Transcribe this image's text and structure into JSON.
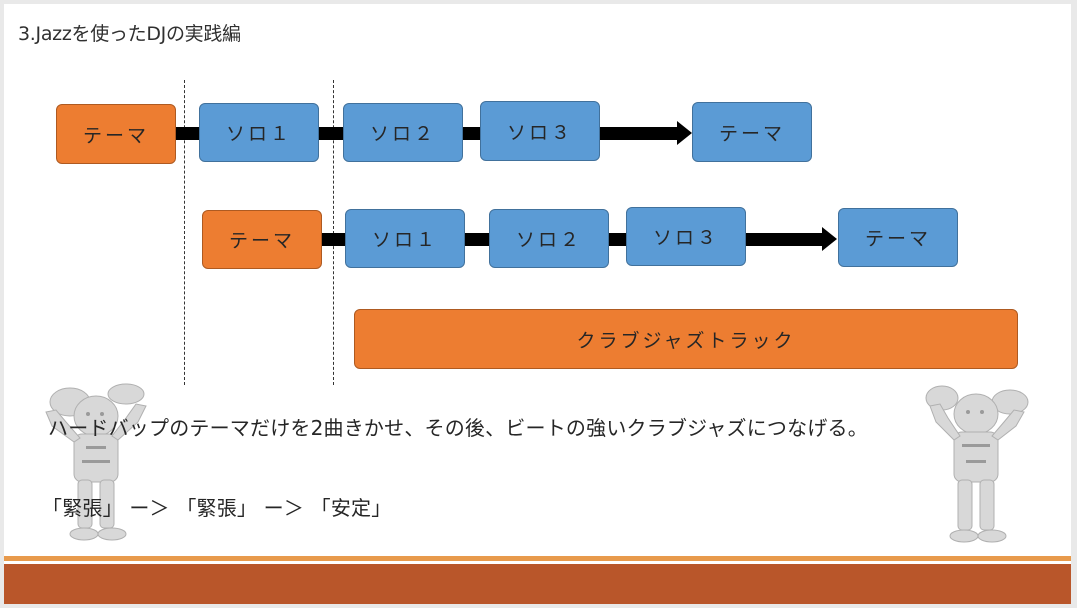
{
  "slide": {
    "title": "3.Jazzを使ったDJの実践編",
    "row1": {
      "theme_start": "テーマ",
      "solo1": "ソロ１",
      "solo2": "ソロ２",
      "solo3": "ソロ３",
      "theme_end": "テーマ"
    },
    "row2": {
      "theme_start": "テーマ",
      "solo1": "ソロ１",
      "solo2": "ソロ２",
      "solo3": "ソロ３",
      "theme_end": "テーマ"
    },
    "club_track": "クラブジャズトラック",
    "description": "ハードバップのテーマだけを2曲きかせ、その後、ビートの強いクラブジャズにつなげる。",
    "flow": "「緊張」 ー＞ 「緊張」 ー＞ 「安定」",
    "colors": {
      "solo": "#5b9bd5",
      "theme": "#ed7d31",
      "footer": "#b9562a",
      "footer_line": "#e89a4c"
    }
  }
}
